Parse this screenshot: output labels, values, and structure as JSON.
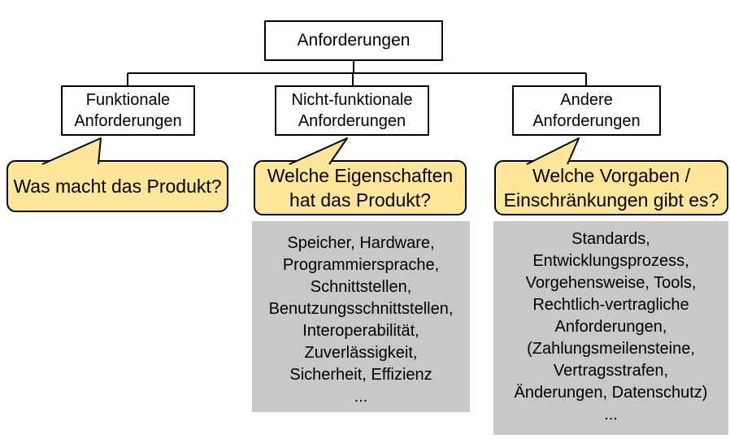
{
  "diagram_title": "Anforderungen (requirements) taxonomy diagram",
  "colors": {
    "background": "#FFFFFF",
    "node_fill": "#FFFFFF",
    "node_border": "#000000",
    "callout_fill": "#FFE699",
    "callout_border": "#000000",
    "detail_fill": "#C8C8C8",
    "text": "#000000"
  },
  "tree": {
    "root": {
      "label": "Anforderungen"
    },
    "children": [
      {
        "lines": [
          "Funktionale",
          "Anforderungen"
        ]
      },
      {
        "lines": [
          "Nicht-funktionale",
          "Anforderungen"
        ]
      },
      {
        "lines": [
          "Andere",
          "Anforderungen"
        ]
      }
    ]
  },
  "callouts": [
    {
      "lines": [
        "Was macht das Produkt?"
      ]
    },
    {
      "lines": [
        "Welche Eigenschaften",
        "hat das Produkt?"
      ]
    },
    {
      "lines": [
        "Welche Vorgaben /",
        "Einschränkungen gibt es?"
      ]
    }
  ],
  "detail_boxes": [
    {
      "lines": [
        "Speicher, Hardware,",
        "Programmiersprache,",
        "Schnittstellen,",
        "Benutzungsschnittstellen,",
        "Interoperabilität,",
        "Zuverlässigkeit,",
        "Sicherheit, Effizienz",
        "..."
      ]
    },
    {
      "lines": [
        "Standards,",
        "Entwicklungsprozess,",
        "Vorgehensweise, Tools,",
        "Rechtlich-vertragliche",
        "Anforderungen,",
        "(Zahlungsmeilensteine,",
        "Vertragsstrafen,",
        "Änderungen, Datenschutz)",
        "..."
      ]
    }
  ]
}
